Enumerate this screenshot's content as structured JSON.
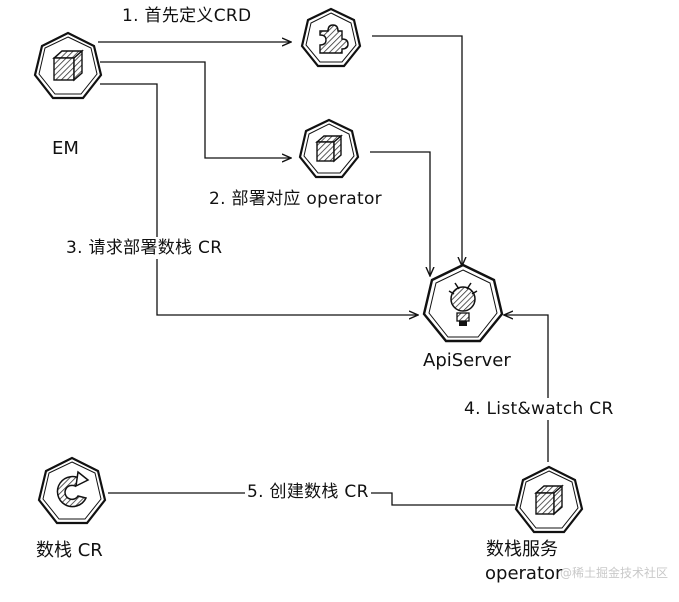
{
  "nodes": {
    "em": {
      "label": "EM",
      "icon": "cube-icon"
    },
    "crd": {
      "label": "",
      "icon": "puzzle-icon"
    },
    "operator": {
      "label": "",
      "icon": "cube-icon"
    },
    "apiserver": {
      "label": "ApiServer",
      "icon": "api-icon"
    },
    "stack_cr": {
      "label": "数栈 CR",
      "icon": "refresh-icon"
    },
    "stack_operator": {
      "label_line1": "数栈服务",
      "label_line2": "operator",
      "icon": "cube-icon"
    }
  },
  "edges": {
    "step1": "1. 首先定义CRD",
    "step2": "2. 部署对应 operator",
    "step3": "3. 请求部署数栈 CR",
    "step4": "4. List&watch CR",
    "step5": "5. 创建数栈 CR"
  },
  "watermark": "@稀土掘金技术社区",
  "colors": {
    "ink": "#111111",
    "hatch": "#444444",
    "label_bg": "#ffffff"
  }
}
